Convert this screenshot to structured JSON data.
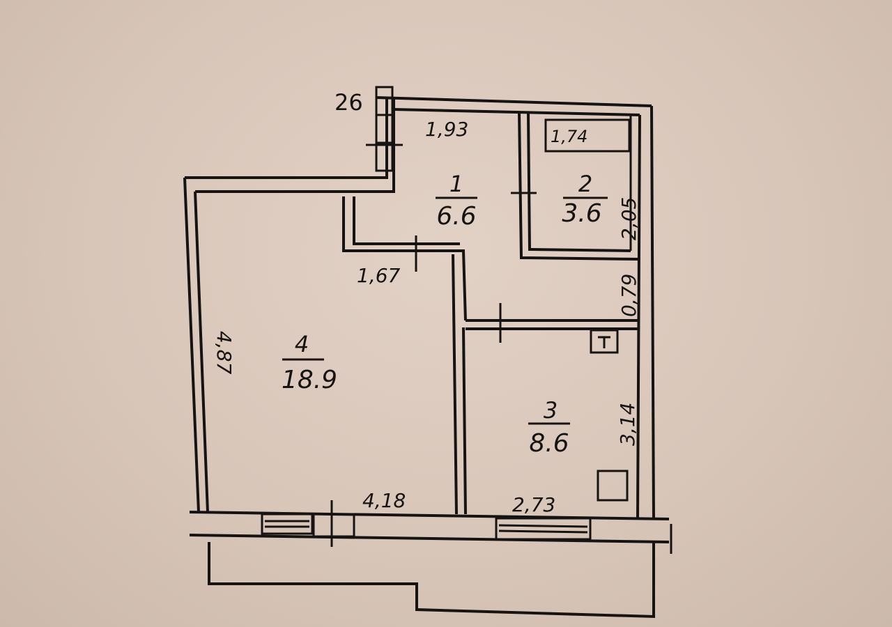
{
  "plan": {
    "marker": "26",
    "rooms": [
      {
        "number": "1",
        "area": "6.6"
      },
      {
        "number": "2",
        "area": "3.6"
      },
      {
        "number": "3",
        "area": "8.6"
      },
      {
        "number": "4",
        "area": "18.9"
      }
    ],
    "dimensions": {
      "hall_top": "1,93",
      "bath_top": "1,74",
      "bath_side": "2,05",
      "hall_lower": "0,79",
      "corridor": "1,67",
      "room_side": "4,87",
      "room_bottom": "4,18",
      "kitchen_side": "3,14",
      "kitchen_bottom": "2,73"
    }
  }
}
